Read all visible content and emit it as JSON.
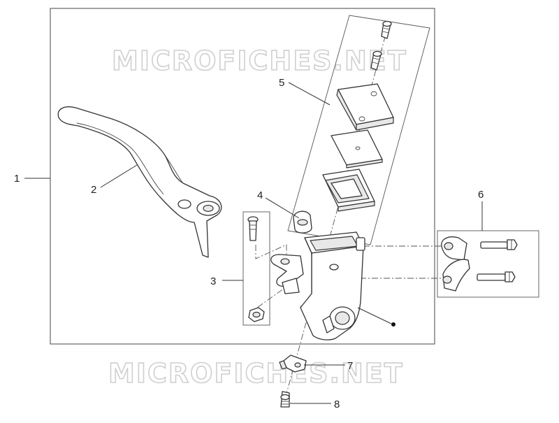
{
  "watermark": "MICROFICHES.NET",
  "callouts": [
    {
      "id": "1",
      "label": "1"
    },
    {
      "id": "2",
      "label": "2"
    },
    {
      "id": "3",
      "label": "3"
    },
    {
      "id": "4",
      "label": "4"
    },
    {
      "id": "5",
      "label": "5"
    },
    {
      "id": "6",
      "label": "6"
    },
    {
      "id": "7",
      "label": "7"
    },
    {
      "id": "8",
      "label": "8"
    }
  ]
}
